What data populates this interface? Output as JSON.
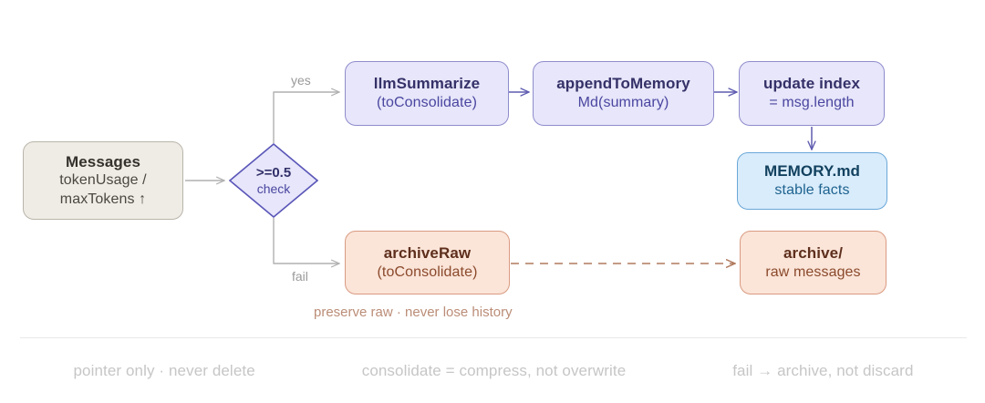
{
  "diagram": {
    "title": "",
    "colors": {
      "beige_fill": "#efece5",
      "beige_border": "#b9b5ab",
      "violet_fill": "#e7e6fa",
      "violet_border": "#8f8ccc",
      "blue_fill": "#d9ecfb",
      "blue_border": "#6aa7d8",
      "salmon_fill": "#fbe4d8",
      "salmon_border": "#d99b82",
      "edge_grey": "#b0b0b0",
      "edge_violet": "#5f5cb0",
      "edge_salmon": "#b07a5e",
      "note_salmon_text": "#bb8d77",
      "footer_text": "#c6c6c6"
    },
    "nodes": {
      "messages": {
        "title": "Messages",
        "line1": "tokenUsage /",
        "line2": "maxTokens ↑"
      },
      "check": {
        "title": ">=0.5",
        "subtitle": "check"
      },
      "llm_summarize": {
        "line1": "llmSummarize",
        "line2": "(toConsolidate)"
      },
      "append_memory": {
        "line1": "appendToMemory",
        "line2": "Md(summary)"
      },
      "update_index": {
        "line1": "update index",
        "line2": "= msg.length"
      },
      "memory_md": {
        "line1": "MEMORY.md",
        "line2": "stable facts"
      },
      "archive_raw": {
        "line1": "archiveRaw",
        "line2": "(toConsolidate)"
      },
      "archive_dir": {
        "line1": "archive/",
        "line2": "raw messages"
      }
    },
    "edge_labels": {
      "yes": "yes",
      "fail": "fail"
    },
    "notes": {
      "preserve_raw": "preserve raw · never lose history"
    },
    "footer": {
      "items": [
        "pointer only · never delete",
        "consolidate = compress, not overwrite",
        "fail → archive, not discard"
      ]
    }
  }
}
